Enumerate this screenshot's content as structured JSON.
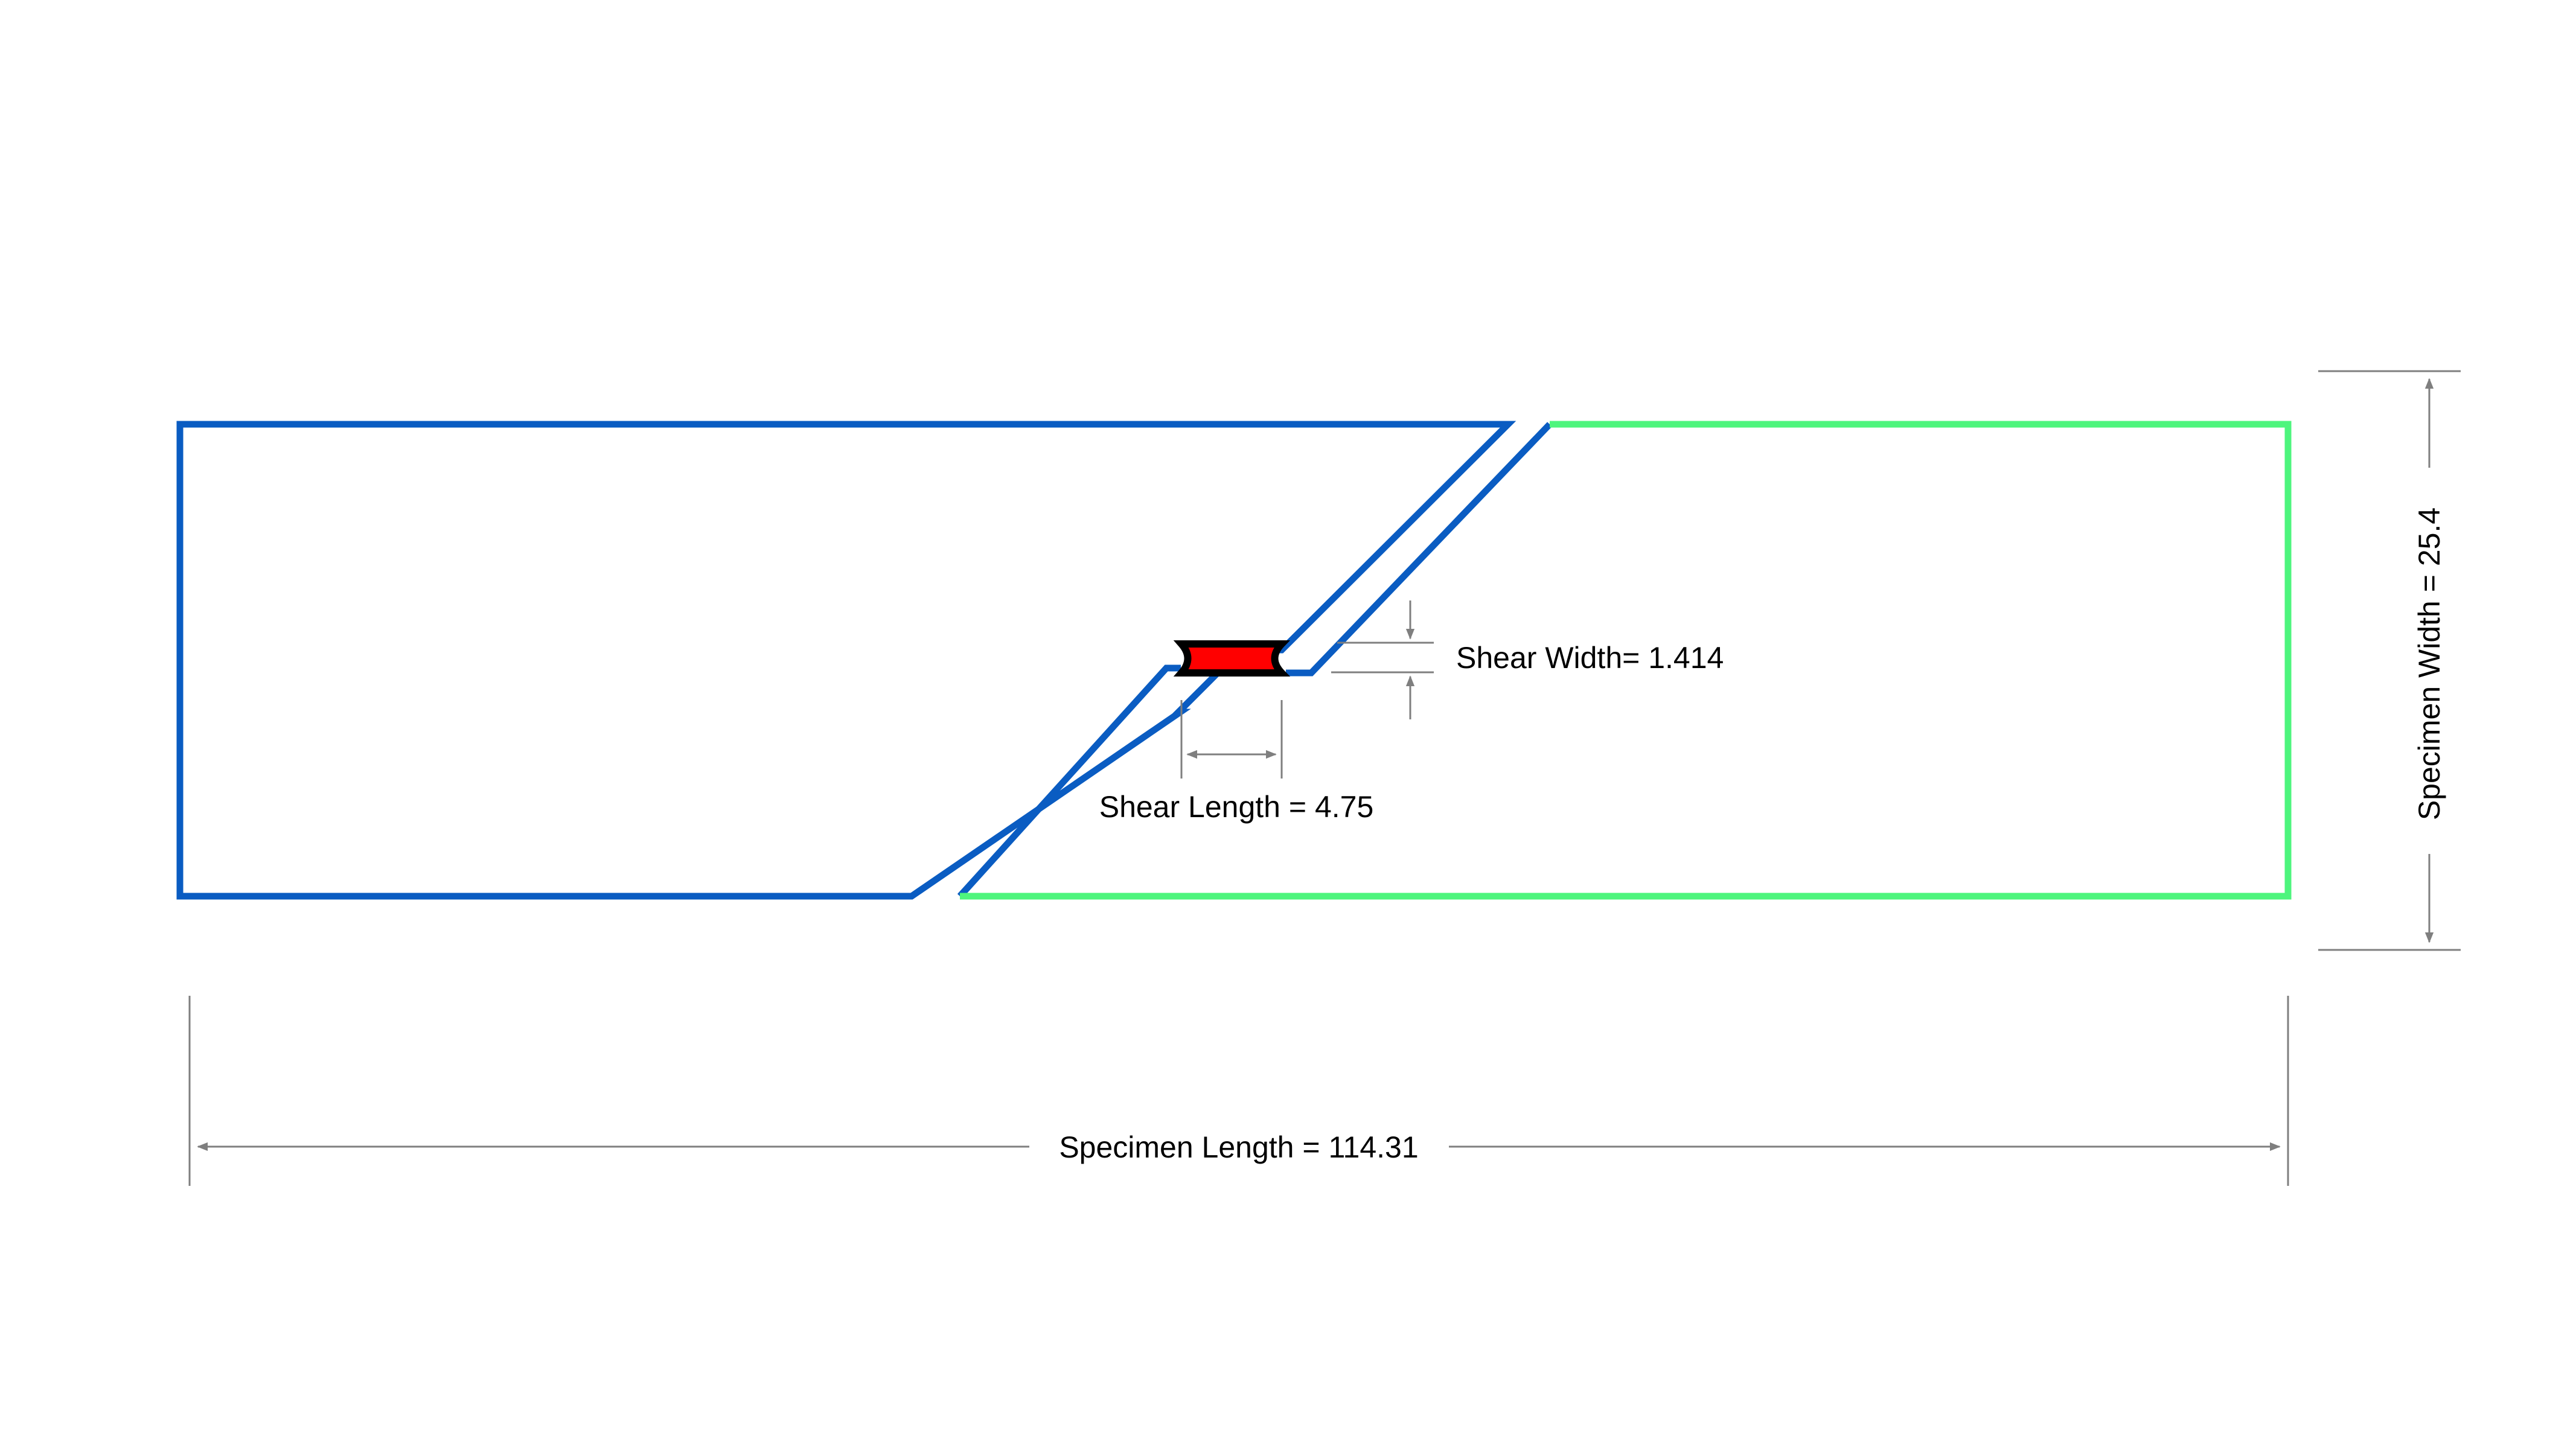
{
  "labels": {
    "shear_width": "Shear Width= 1.414",
    "shear_length": "Shear Length = 4.75",
    "specimen_length": "Specimen Length = 114.31",
    "specimen_width": "Specimen Width = 25.4"
  },
  "colors": {
    "left_part": "#0A5CC2",
    "right_part": "#4EF57D",
    "shear_region_fill": "#FF0000",
    "shear_region_outline": "#000000",
    "dimension_lines": "#7F7F7F",
    "background": "#FFFFFF"
  }
}
